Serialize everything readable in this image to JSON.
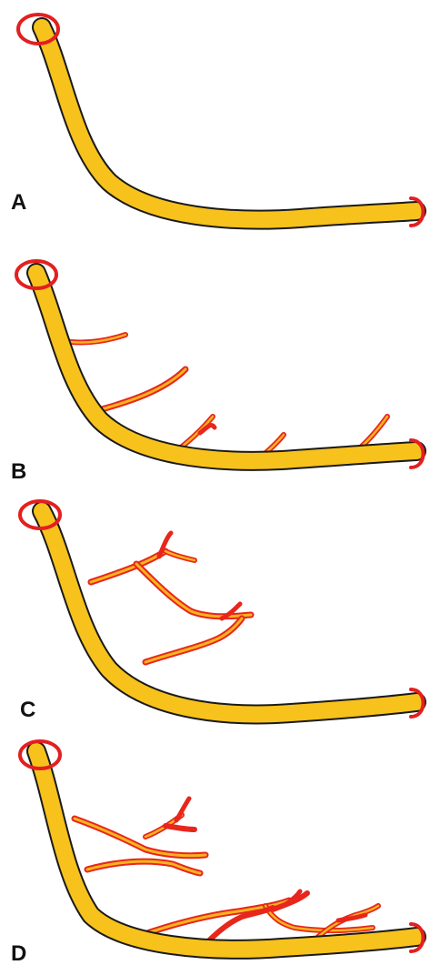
{
  "figure": {
    "panels": [
      {
        "id": "panel-a",
        "label": "A"
      },
      {
        "id": "panel-b",
        "label": "B"
      },
      {
        "id": "panel-c",
        "label": "C"
      },
      {
        "id": "panel-d",
        "label": "D"
      }
    ]
  },
  "colors": {
    "vessel": "#f7c21c",
    "outline": "#1a1a1a",
    "branch_edge": "#e8261c",
    "branch_core": "#f7b41c",
    "ring": "#e31f1f"
  }
}
